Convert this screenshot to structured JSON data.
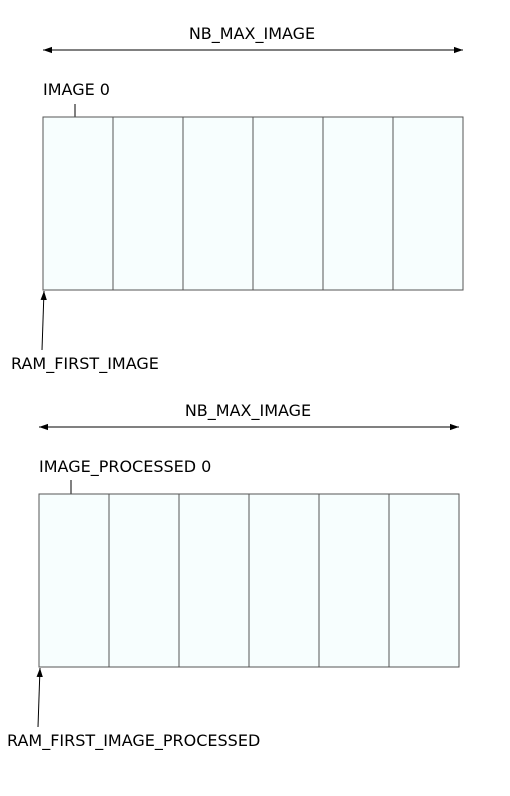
{
  "colors": {
    "cell_fill": "#f7fefe",
    "cell_stroke": "#555555",
    "line": "#000000"
  },
  "diagrams": [
    {
      "span_label": "NB_MAX_IMAGE",
      "first_cell_label": "IMAGE 0",
      "base_label": "RAM_FIRST_IMAGE",
      "cell_count": 6
    },
    {
      "span_label": "NB_MAX_IMAGE",
      "first_cell_label": "IMAGE_PROCESSED 0",
      "base_label": "RAM_FIRST_IMAGE_PROCESSED",
      "cell_count": 6
    }
  ]
}
